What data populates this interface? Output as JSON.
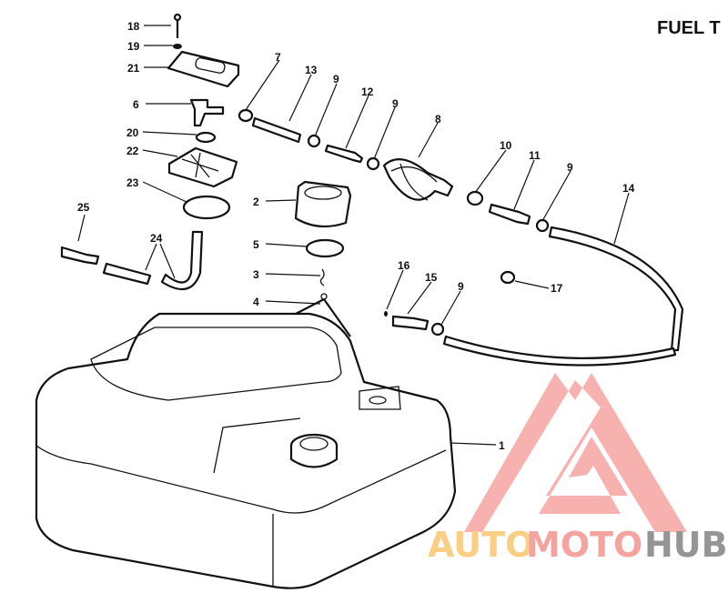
{
  "title": "FUEL T",
  "callouts": {
    "c18": "18",
    "c19": "19",
    "c21": "21",
    "c6": "6",
    "c20": "20",
    "c22": "22",
    "c23": "23",
    "c25": "25",
    "c24": "24",
    "c2": "2",
    "c5": "5",
    "c3": "3",
    "c4": "4",
    "c7": "7",
    "c13": "13",
    "c9a": "9",
    "c12": "12",
    "c9b": "9",
    "c8": "8",
    "c10": "10",
    "c11": "11",
    "c9c": "9",
    "c14": "14",
    "c16": "16",
    "c15": "15",
    "c9d": "9",
    "c17": "17",
    "c1": "1"
  },
  "watermark": {
    "part1": "AUTO",
    "part2": "MOTO",
    "part3": "HUB"
  },
  "colors": {
    "wm_orange": "#fbc97a",
    "wm_red": "#f59a95",
    "wm_gray": "#8a8a8a"
  }
}
